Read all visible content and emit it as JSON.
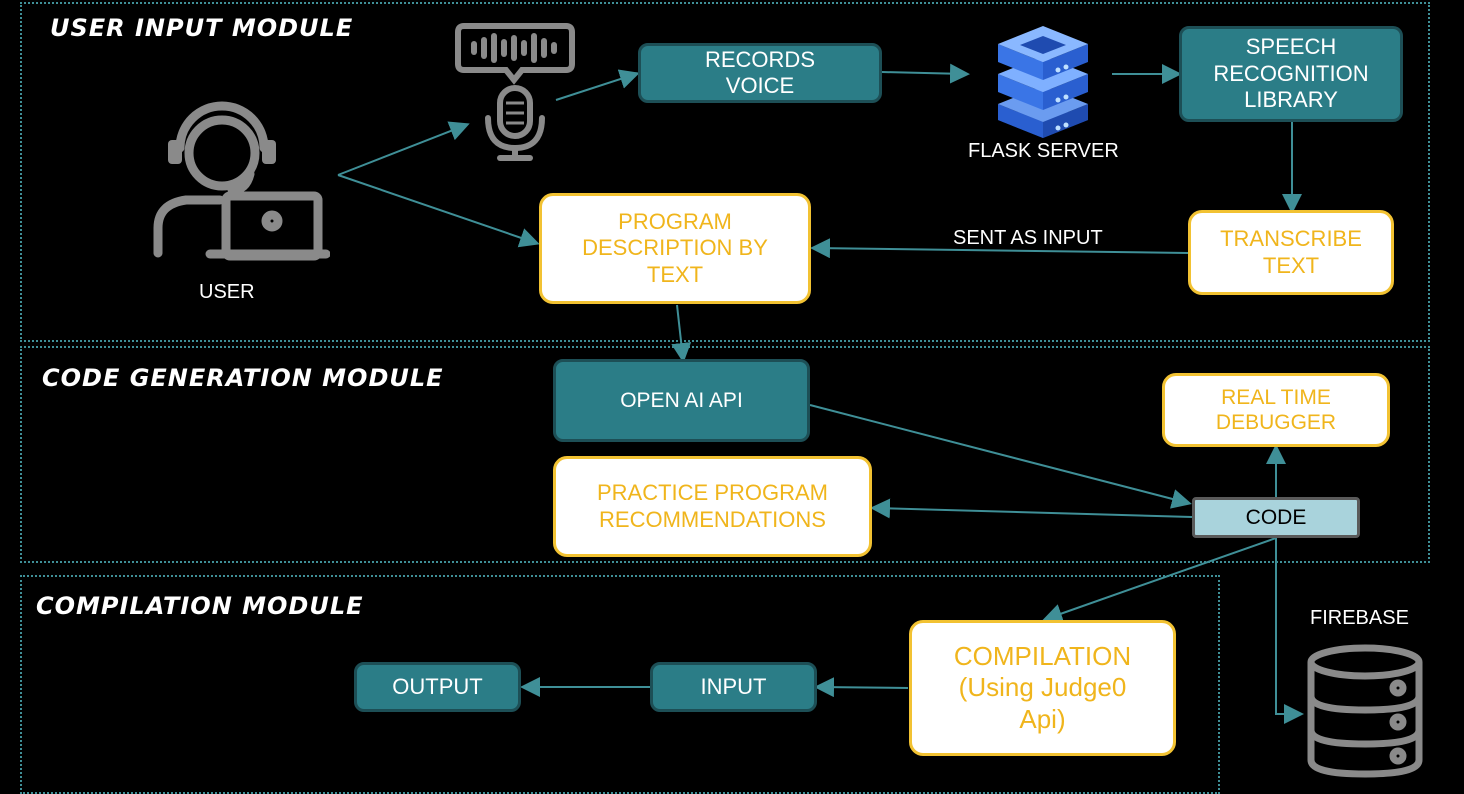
{
  "modules": {
    "user_input": "USER INPUT MODULE",
    "code_generation": "CODE GENERATION MODULE",
    "compilation": "COMPILATION  MODULE"
  },
  "labels": {
    "user": "USER",
    "flask_server": "FLASK SERVER",
    "sent_as_input": "SENT AS INPUT",
    "firebase": "FIREBASE"
  },
  "boxes": {
    "records_voice": "RECORDS VOICE",
    "speech_recognition": "SPEECH RECOGNITION LIBRARY",
    "program_description": "PROGRAM DESCRIPTION BY TEXT",
    "transcribe_text": "TRANSCRIBE TEXT",
    "open_ai_api": "OPEN AI API",
    "real_time_debugger": "REAL TIME DEBUGGER",
    "practice_recommendations": "PRACTICE PROGRAM RECOMMENDATIONS",
    "code": "CODE",
    "compilation": "COMPILATION (Using Judge0 Api)",
    "input": "INPUT",
    "output": "OUTPUT"
  },
  "icons": [
    "user-laptop-icon",
    "microphone-waveform-icon",
    "server-stack-icon",
    "database-icon"
  ],
  "colors": {
    "background": "#000000",
    "teal": "#2b7d87",
    "accent_yellow": "#f2c232",
    "code_box": "#a9d3dc",
    "connector": "#3f8f97"
  }
}
